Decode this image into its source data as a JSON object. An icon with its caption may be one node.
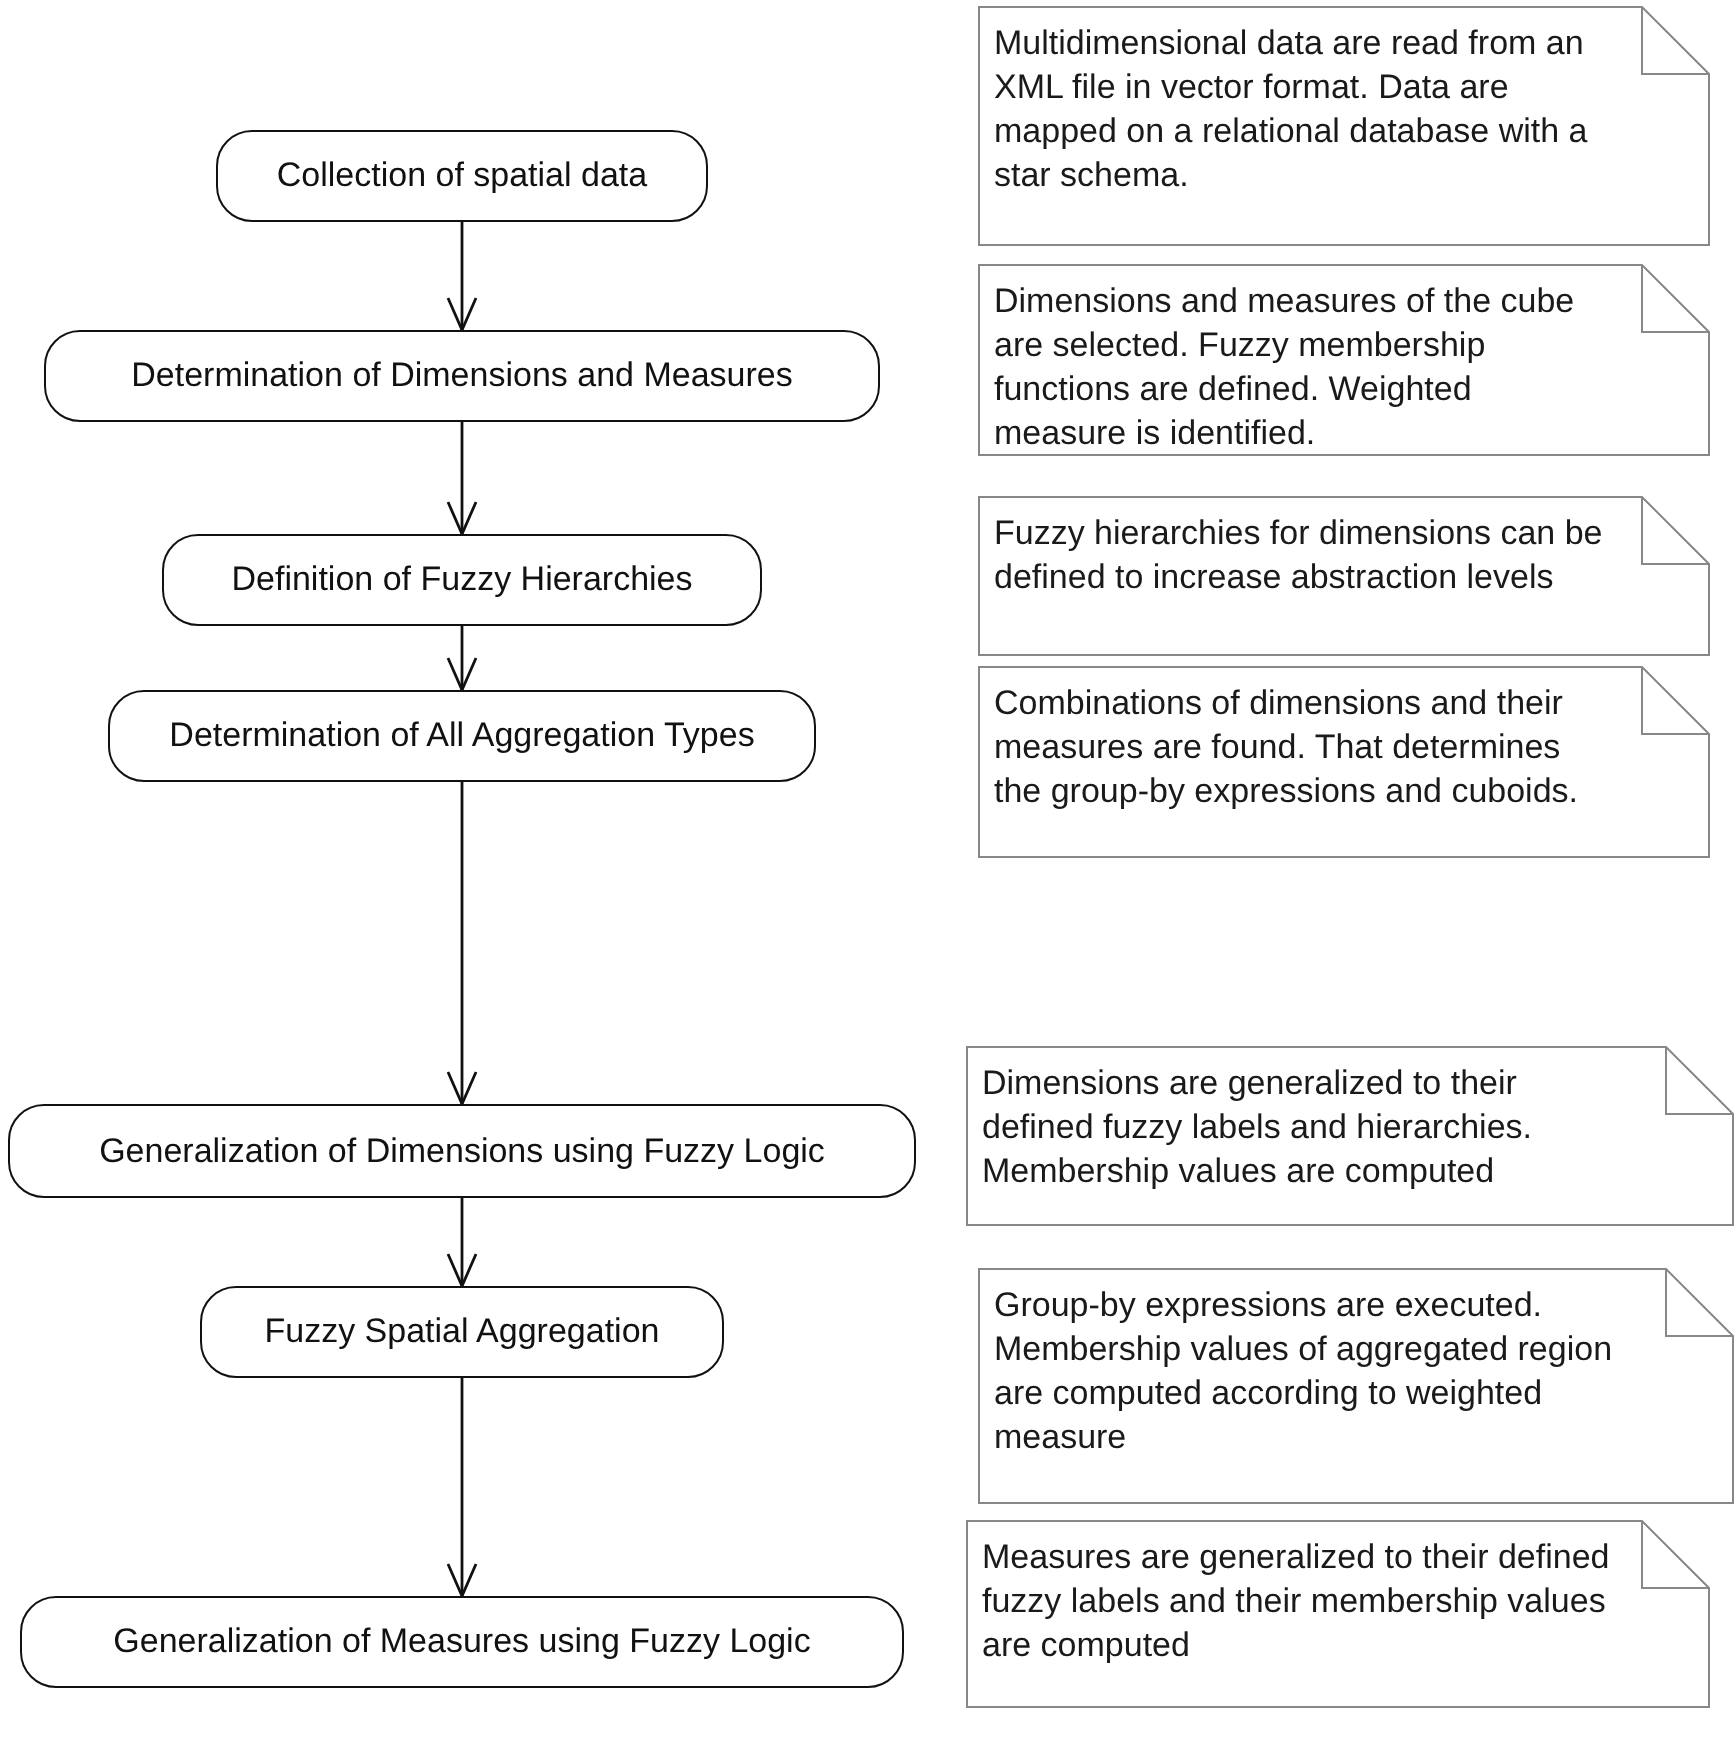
{
  "diagram": {
    "nodes": [
      {
        "text": [
          "Collection of spatial data"
        ]
      },
      {
        "text": [
          "Determination of Dimensions and Measures"
        ]
      },
      {
        "text": [
          "Definition of Fuzzy Hierarchies"
        ]
      },
      {
        "text": [
          "Determination of All Aggregation Types"
        ]
      },
      {
        "text": [
          "Generalization of Dimensions using Fuzzy Logic"
        ]
      },
      {
        "text": [
          "Fuzzy Spatial Aggregation"
        ]
      },
      {
        "text": [
          "Generalization of Measures using Fuzzy Logic"
        ]
      },
      {
        "text": [
          "Multidimensional data are read from an XML file in vector format. Data are mapped on a relational database with a star schema."
        ]
      },
      {
        "text": [
          "Dimensions and measures of the cube are selected. Fuzzy membership functions are defined. Weighted measure is identified."
        ]
      },
      {
        "text": [
          "Fuzzy hierarchies for dimensions can be defined to increase abstraction levels"
        ]
      },
      {
        "text": [
          "Combinations of dimensions and their measures are found. That determines the group-by expressions and cuboids."
        ]
      },
      {
        "text": [
          "Dimensions are generalized to their defined fuzzy labels and hierarchies. Membership values are computed"
        ]
      },
      {
        "text": [
          "Group-by expressions are executed. Membership values of aggregated region are computed according to weighted measure"
        ]
      },
      {
        "text": [
          "Measures are generalized to their defined fuzzy labels and their membership values are computed"
        ]
      }
    ],
    "edges": [
      {
        "from": 0,
        "to": 1,
        "arrow": "to"
      },
      {
        "from": 1,
        "to": 2,
        "arrow": "to"
      },
      {
        "from": 2,
        "to": 3,
        "arrow": "to"
      },
      {
        "from": 3,
        "to": 4,
        "arrow": "to"
      },
      {
        "from": 4,
        "to": 5,
        "arrow": "to"
      },
      {
        "from": 5,
        "to": 6,
        "arrow": "to"
      }
    ]
  }
}
